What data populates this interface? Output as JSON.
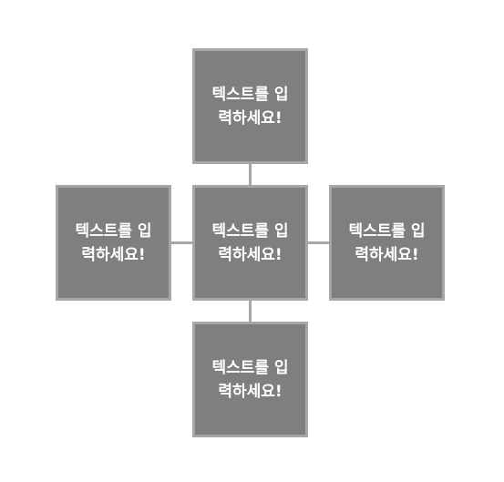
{
  "diagram": {
    "nodes": {
      "top": {
        "label": "텍스트를 입력하세요!"
      },
      "left": {
        "label": "텍스트를 입력하세요!"
      },
      "center": {
        "label": "텍스트를 입력하세요!"
      },
      "right": {
        "label": "텍스트를 입력하세요!"
      },
      "bottom": {
        "label": "텍스트를 입력하세요!"
      }
    },
    "colors": {
      "box_fill": "#7f7f7f",
      "box_border": "#a6a6a6",
      "connector": "#a6a6a6",
      "text": "#ffffff"
    }
  }
}
